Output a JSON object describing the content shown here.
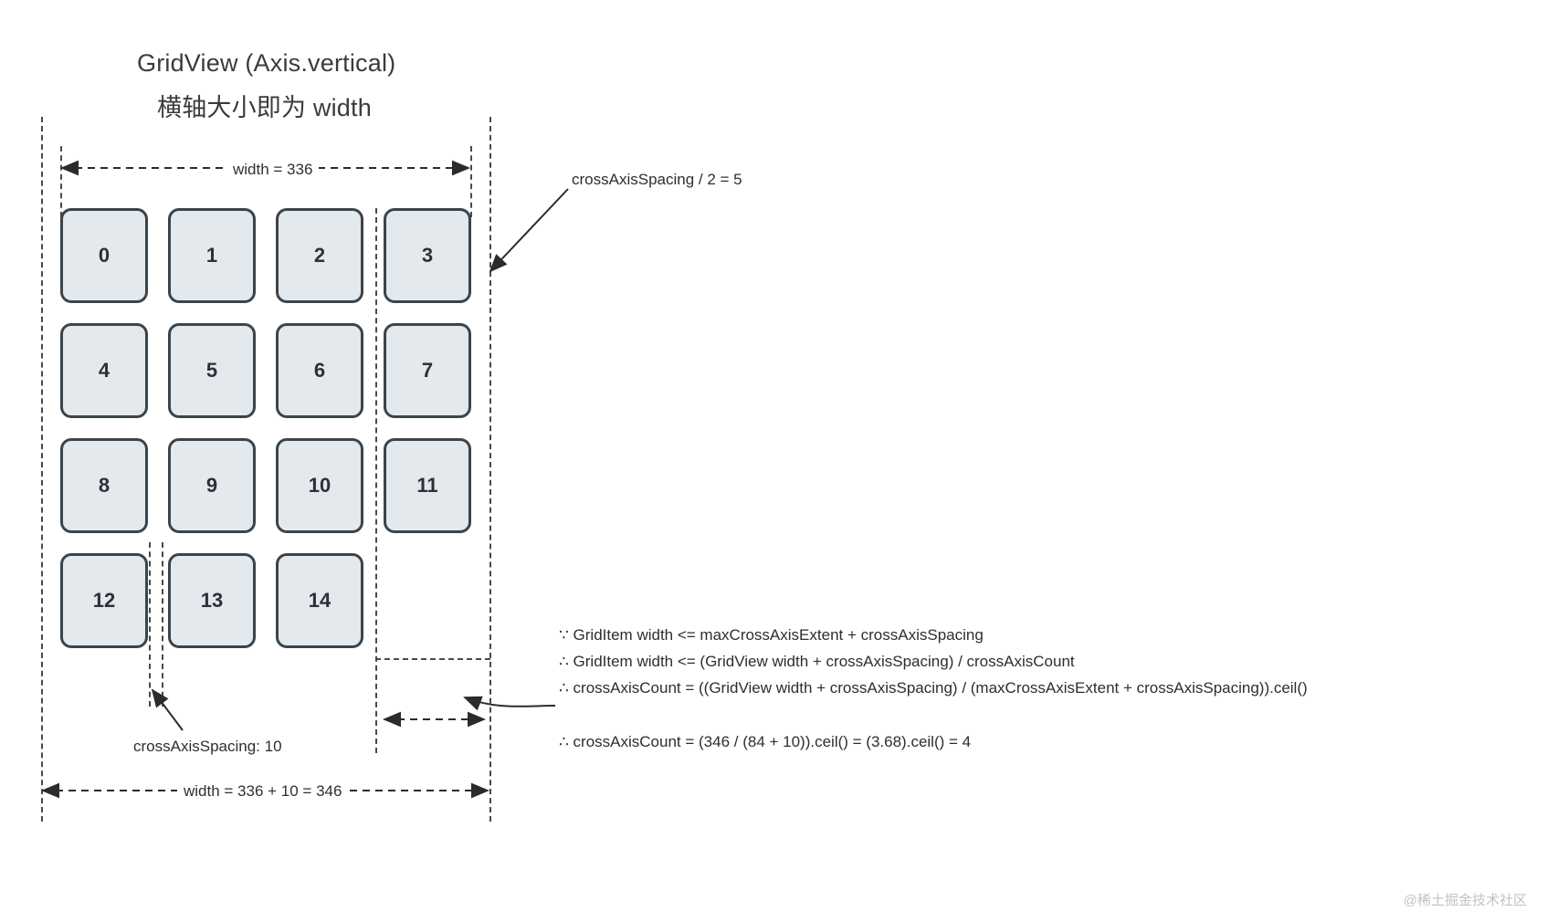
{
  "title": {
    "line1": "GridView (Axis.vertical)",
    "line2": "横轴大小即为 width"
  },
  "dimensions": {
    "top_width": "width = 336",
    "bottom_width": "width = 336 + 10  = 346"
  },
  "annotations": {
    "cross_axis_spacing_half": "crossAxisSpacing / 2 = 5",
    "cross_axis_spacing": "crossAxisSpacing: 10"
  },
  "grid": {
    "rows": [
      [
        "0",
        "1",
        "2",
        "3"
      ],
      [
        "4",
        "5",
        "6",
        "7"
      ],
      [
        "8",
        "9",
        "10",
        "11"
      ],
      [
        "12",
        "13",
        "14"
      ]
    ]
  },
  "formulas": [
    "∵ GridItem width <=  maxCrossAxisExtent + crossAxisSpacing",
    "∴ GridItem width <= (GridView width + crossAxisSpacing) / crossAxisCount",
    "∴ crossAxisCount = ((GridView width + crossAxisSpacing) / (maxCrossAxisExtent + crossAxisSpacing)).ceil()",
    "∴ crossAxisCount = (346 / (84 + 10)).ceil() = (3.68).ceil() = 4"
  ],
  "watermark": "@稀土掘金技术社区",
  "colors": {
    "cell_fill": "#e3e9ec",
    "cell_border": "#3a444c",
    "guide": "#4a4a4a",
    "text": "#2e2e2e",
    "watermark": "#c2c2c2"
  }
}
